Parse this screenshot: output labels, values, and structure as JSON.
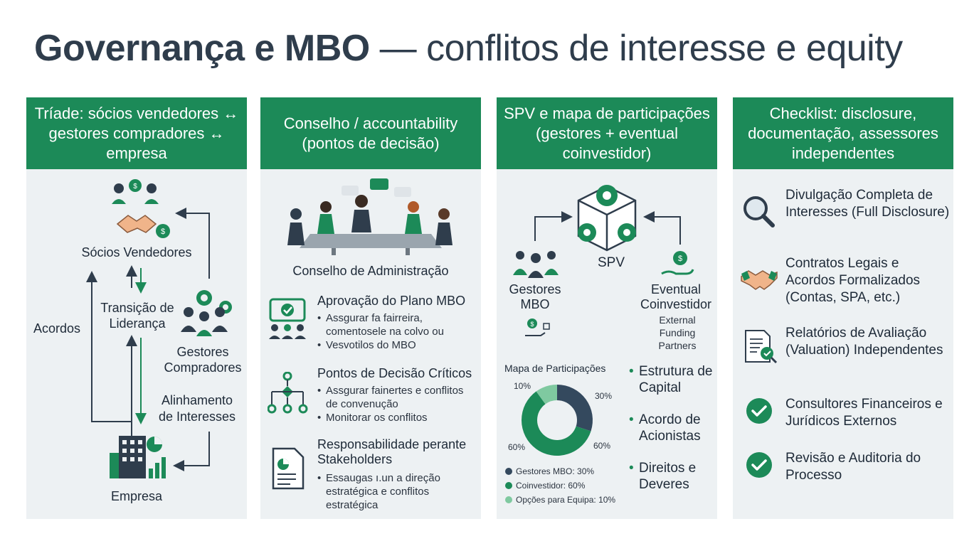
{
  "title": {
    "bold": "Governança e MBO",
    "rest": " — conflitos de interesse e equity"
  },
  "colors": {
    "green": "#1c8a58",
    "dark": "#2f3d4c",
    "panel": "#edf1f3",
    "light_green": "#7fc9a0",
    "navy": "#34495e"
  },
  "col1": {
    "header": "Tríade: sócios vendedores ↔ gestores compradores ↔ empresa",
    "socios": "Sócios Vendedores",
    "transicao": "Transição de Liderança",
    "acordos": "Acordos",
    "gestores": "Gestores Compradores",
    "alinhamento": "Alinhamento de Interesses",
    "empresa": "Empresa"
  },
  "col2": {
    "header": "Conselho / accountability (pontos de decisão)",
    "board_label": "Conselho de Administração",
    "items": [
      {
        "title": "Aprovação do Plano MBO",
        "bullets": [
          "Assgurar fa fairreira, comentosele na colvo ou",
          "Vesvotilos do MBO"
        ]
      },
      {
        "title": "Pontos de Decisão Críticos",
        "bullets": [
          "Assgurar fainertes e conflitos de convenução",
          "Monitorar os conflitos"
        ]
      },
      {
        "title": "Responsabilidade perante Stakeholders",
        "bullets": [
          "Essaugas ı.un a direção estratégica e conflitos estratégica"
        ]
      }
    ]
  },
  "col3": {
    "header": "SPV e mapa de participações (gestores + eventual coinvestidor)",
    "spv": "SPV",
    "gestores": "Gestores MBO",
    "coinvestidor": "Eventual Coinvestidor",
    "external": "External Funding Partners",
    "mapa_title": "Mapa de Participações",
    "bullets": [
      "Estrutura de Capital",
      "Acordo de Acionistas",
      "Direitos e Deveres"
    ]
  },
  "chart_data": {
    "type": "pie",
    "title": "Mapa de Participações",
    "donut": true,
    "slices": [
      {
        "label": "Gestores MBO: 30%",
        "value": 30,
        "color": "#34495e"
      },
      {
        "label": "Coinvestidor: 60%",
        "value": 60,
        "color": "#1c8a58"
      },
      {
        "label": "Opções para Equipa: 10%",
        "value": 10,
        "color": "#7fc9a0"
      }
    ],
    "slice_labels": [
      "10%",
      "30%",
      "60%",
      "60%"
    ]
  },
  "col4": {
    "header": "Checklist: disclosure, documentação, assessores independentes",
    "items": [
      {
        "text": "Divulgação Completa de Interesses (Full Disclosure)",
        "icon": "magnifier-icon"
      },
      {
        "text": "Contratos Legais e Acordos Formalizados (Contas, SPA, etc.)",
        "icon": "handshake-icon"
      },
      {
        "text": "Relatórios de Avaliação (Valuation) Independentes",
        "icon": "report-icon"
      },
      {
        "text": "Consultores Financeiros e Jurídicos Externos",
        "icon": "check-icon"
      },
      {
        "text": "Revisão e Auditoria do Processo",
        "icon": "check-icon"
      }
    ]
  }
}
